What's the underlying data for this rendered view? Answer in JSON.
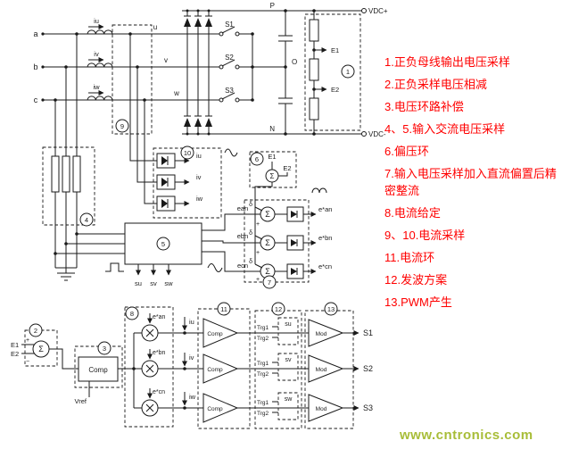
{
  "colors": {
    "annotation": "#ff0000",
    "watermark": "#a8bd38",
    "ink": "#1a1a1a"
  },
  "annotations": {
    "lines": [
      "1.正负母线输出电压采样",
      "2.正负采样电压相减",
      "3.电压环路补偿",
      "4、5.输入交流电压采样",
      "6.偏压环",
      "7.输入电压采样加入直流偏置后精密整流",
      "8.电流给定",
      "9、10.电流采样",
      "11.电流环",
      "12.发波方案",
      "13.PWM产生"
    ]
  },
  "watermark": {
    "text": "www.cntronics.com"
  },
  "labels": {
    "phase_a": "a",
    "phase_b": "b",
    "phase_c": "c",
    "iu": "iu",
    "iv": "iv",
    "iw": "iw",
    "u": "u",
    "v": "v",
    "w": "w",
    "P": "P",
    "O": "O",
    "N": "N",
    "vdc_plus": "VDC+",
    "vdc_minus": "VDC-",
    "E1": "E1",
    "E2": "E2",
    "S1": "S1",
    "S2": "S2",
    "S3": "S3",
    "sigma": "Σ",
    "delta": "δ",
    "plus": "+",
    "minus": "−",
    "ean": "ean",
    "ebn": "ebn",
    "ecn": "ecn",
    "ean_s": "e*an",
    "ebn_s": "e*bn",
    "ecn_s": "e*cn",
    "su": "su",
    "sv": "sv",
    "sw": "sw",
    "trg1": "Trg1",
    "trg2": "Trg2",
    "comp": "Comp",
    "mod": "Mod",
    "vref": "Vref"
  },
  "badges": {
    "b1": "1",
    "b2": "2",
    "b3": "3",
    "b4": "4",
    "b5": "5",
    "b6": "6",
    "b7": "7",
    "b8": "8",
    "b9": "9",
    "b10": "10",
    "b11": "11",
    "b12": "12",
    "b13": "13"
  }
}
